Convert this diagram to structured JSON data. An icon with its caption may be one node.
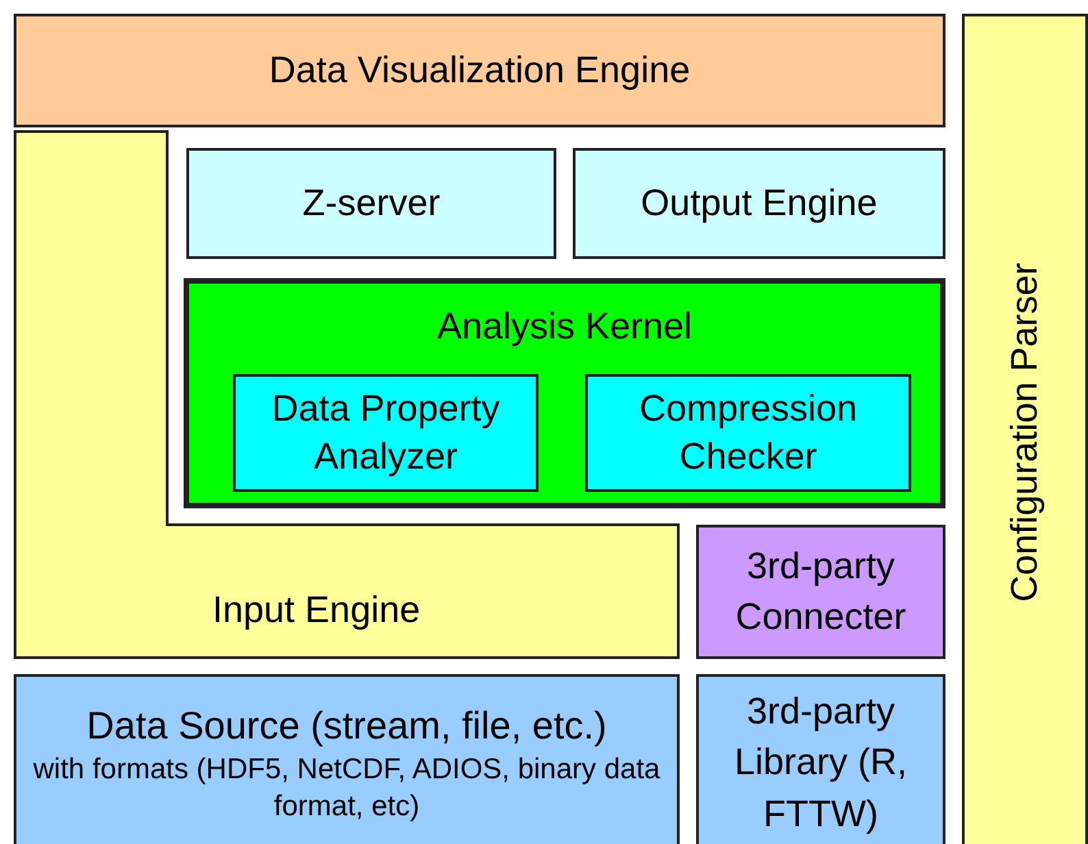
{
  "diagram": {
    "nodes": [
      {
        "text": [
          "Data Visualization Engine"
        ]
      },
      {
        "text": [
          "Input Engine"
        ]
      },
      {
        "text": [
          "Z-server"
        ]
      },
      {
        "text": [
          "Output Engine"
        ]
      },
      {
        "text": [
          "Analysis Kernel"
        ]
      },
      {
        "text": [
          "Data Property Analyzer"
        ],
        "in": 4
      },
      {
        "text": [
          "Compression Checker"
        ],
        "in": 4
      },
      {
        "text": [
          "3rd-party Connecter"
        ]
      },
      {
        "text": [
          "Data Source (stream, file, etc.)",
          "with formats (HDF5, NetCDF, ADIOS, binary data format, etc)"
        ]
      },
      {
        "text": [
          "3rd-party Library (R, FTTW)"
        ]
      },
      {
        "text": [
          "Configuration Parser"
        ]
      }
    ]
  }
}
